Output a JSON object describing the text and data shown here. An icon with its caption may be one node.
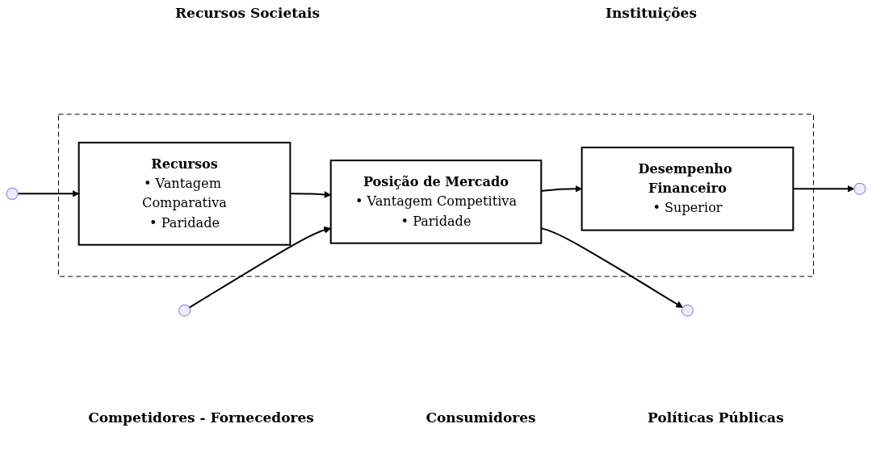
{
  "diagram": {
    "nodes": [
      {
        "text": [],
        "shape": "box"
      },
      {
        "text": [
          "Recursos",
          "• Vantagem Comparativa",
          "• Paridade"
        ],
        "in": 0
      },
      {
        "text": [
          "Posição de Mercado",
          "• Vantagem Competitiva",
          "• Paridade"
        ],
        "in": 0
      },
      {
        "text": [
          "Desempenho Financeiro",
          "• Superior"
        ],
        "in": 0
      }
    ],
    "edges": [
      {
        "from": null,
        "to": 1,
        "arrow": "to"
      },
      {
        "from": 1,
        "to": 2,
        "arrow": "to"
      },
      {
        "from": 2,
        "to": 3,
        "arrow": "to"
      },
      {
        "from": 3,
        "to": null,
        "arrow": "to"
      },
      {
        "from": 2,
        "to": null,
        "arrow": "to"
      },
      {
        "from": null,
        "to": 2,
        "arrow": "to"
      }
    ],
    "labels": [
      "Recursos Societais",
      "Instituições",
      "Competidores - Fornecedores",
      "Consumidores",
      "Políticas Públicas"
    ]
  }
}
